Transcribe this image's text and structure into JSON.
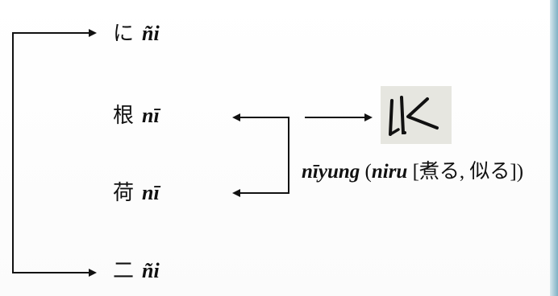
{
  "terms": [
    {
      "kanji": "に",
      "roman": "ñi"
    },
    {
      "kanji": "根",
      "roman": "nī"
    },
    {
      "kanji": "荷",
      "roman": "nī"
    },
    {
      "kanji": "二",
      "roman": "ñi"
    }
  ],
  "caption": {
    "word": "nīyung",
    "paren_open": " (",
    "inner_word": "niru",
    "bracket_content": " [煮る, 似る])"
  }
}
